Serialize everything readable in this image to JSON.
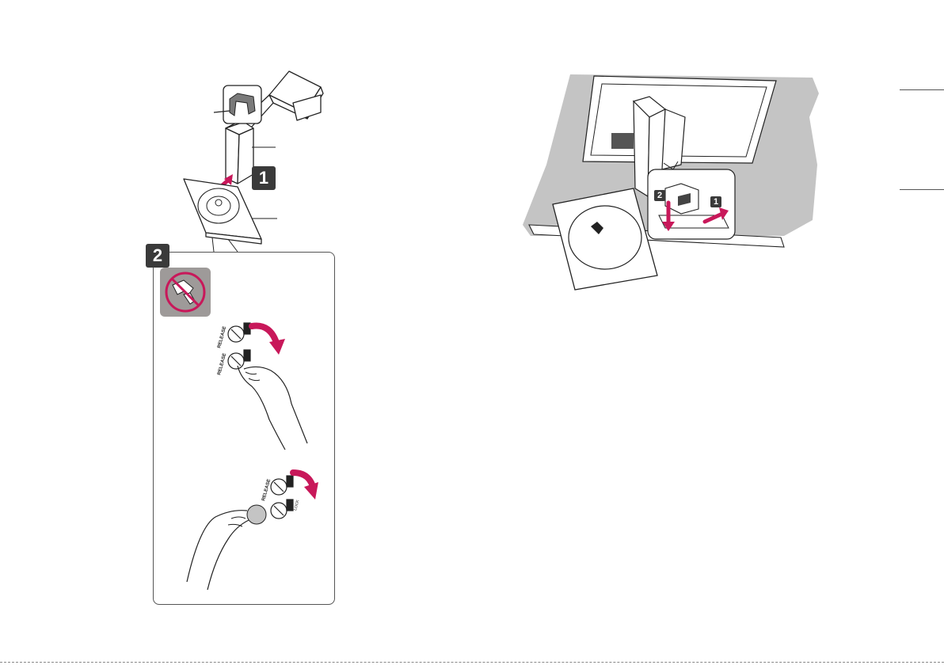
{
  "steps": {
    "step1": "1",
    "step2": "2",
    "detail_step1": "1",
    "detail_step2": "2"
  },
  "knob_labels": {
    "release": "RELEASE",
    "lock": "LOCK"
  },
  "icons": {
    "no_drill": "no-power-drill-icon",
    "rotate_arrow": "curved-arrow-icon"
  },
  "colors": {
    "accent": "#c8185a",
    "badge": "#3a3a3a",
    "warning_bg": "#9e9a99",
    "monitor_fill": "#c4c4c4"
  }
}
